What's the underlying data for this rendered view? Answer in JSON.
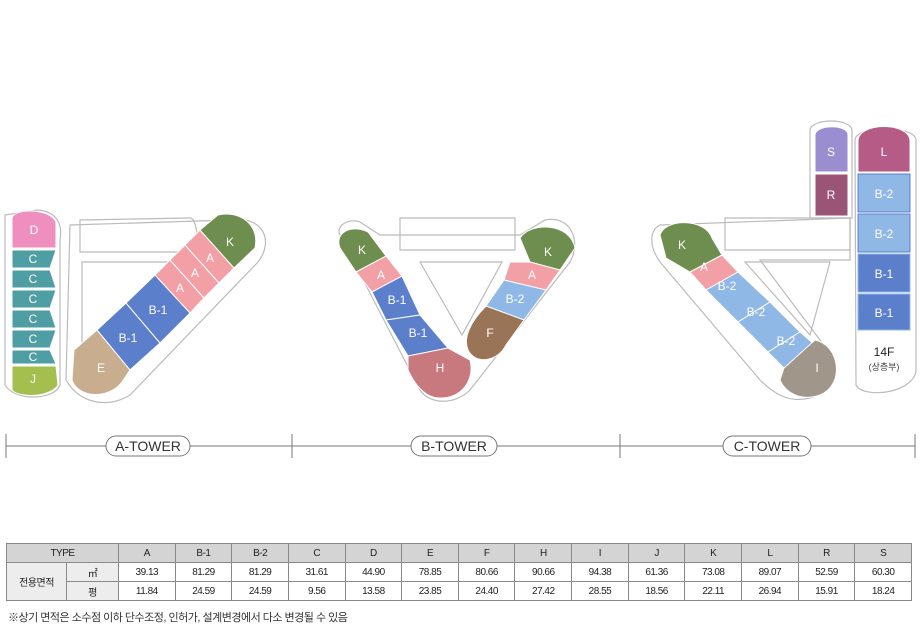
{
  "units": {
    "A": "A",
    "B1": "B-1",
    "B2": "B-2",
    "C": "C",
    "D": "D",
    "E": "E",
    "F": "F",
    "H": "H",
    "I": "I",
    "J": "J",
    "K": "K",
    "L": "L",
    "R": "R",
    "S": "S"
  },
  "floor_note": {
    "floor": "14F",
    "sub": "(상층부)"
  },
  "towers": [
    "A-TOWER",
    "B-TOWER",
    "C-TOWER"
  ],
  "colors": {
    "A": "#f2a0a6",
    "B1": "#5b7fcb",
    "B2": "#8fb8e6",
    "C": "#4f9ea3",
    "D": "#ef8fbf",
    "E": "#c8ae8e",
    "F": "#9a7457",
    "H": "#c8797e",
    "I": "#a0968a",
    "J": "#a3bf4e",
    "K": "#6e8e4f",
    "L": "#b65a86",
    "R": "#9a5576",
    "S": "#9a8ed0"
  },
  "table": {
    "type_label": "TYPE",
    "types": [
      "A",
      "B-1",
      "B-2",
      "C",
      "D",
      "E",
      "F",
      "H",
      "I",
      "J",
      "K",
      "L",
      "R",
      "S"
    ],
    "group_label": "전용면적",
    "rows": [
      {
        "unit": "㎡",
        "values": [
          "39.13",
          "81.29",
          "81.29",
          "31.61",
          "44.90",
          "78.85",
          "80.66",
          "90.66",
          "94.38",
          "61.36",
          "73.08",
          "89.07",
          "52.59",
          "60.30"
        ]
      },
      {
        "unit": "평",
        "values": [
          "11.84",
          "24.59",
          "24.59",
          "9.56",
          "13.58",
          "23.85",
          "24.40",
          "27.42",
          "28.55",
          "18.56",
          "22.11",
          "26.94",
          "15.91",
          "18.24"
        ]
      }
    ]
  },
  "note": "※상기 면적은 소수점 이하 단수조정, 인허가, 설계변경에서 다소 변경될 수 있음"
}
